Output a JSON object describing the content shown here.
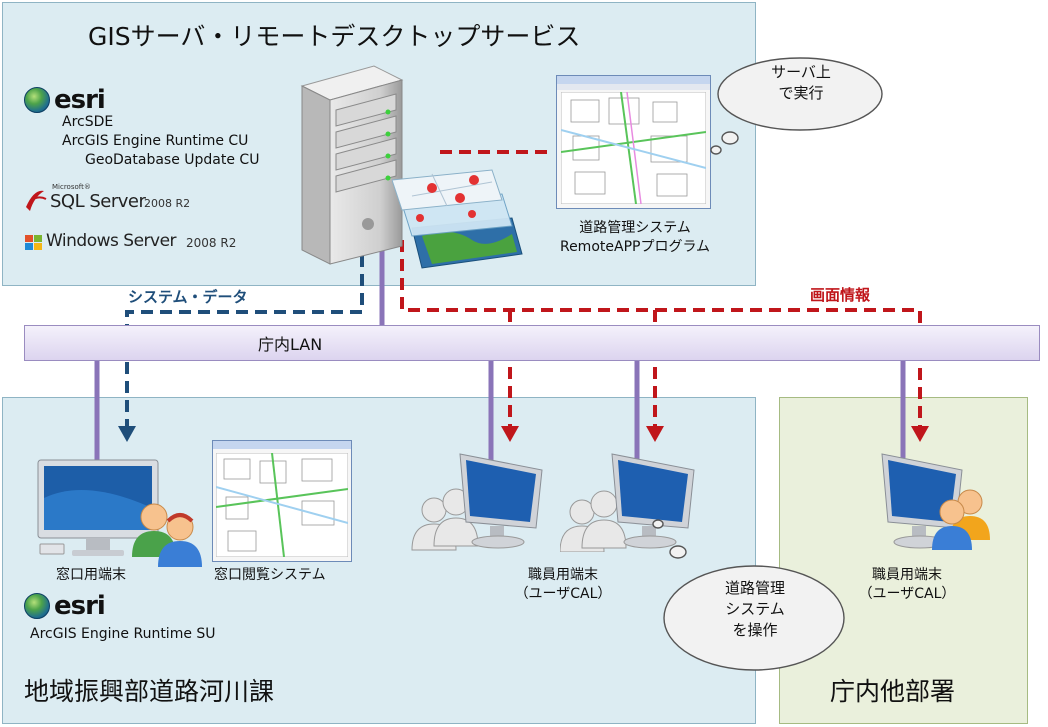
{
  "server_panel": {
    "title": "GISサーバ・リモートデスクトップサービス",
    "esri_word": "esri",
    "products": [
      "ArcSDE",
      "ArcGIS Engine Runtime CU",
      "GeoDatabase Update CU"
    ],
    "sql_small": "Microsoft®",
    "sql_name": "SQL Server",
    "sql_ver": "2008 R2",
    "win_name": "Windows Server",
    "win_ver": "2008 R2"
  },
  "app": {
    "label_line1": "道路管理システム",
    "label_line2": "RemoteAPPプログラム",
    "cloud_line1": "サーバ上",
    "cloud_line2": "で実行"
  },
  "flows": {
    "system_data": "システム・データ",
    "screen_info": "画面情報"
  },
  "lan": {
    "label": "庁内LAN"
  },
  "local_dept": {
    "title": "地域振興部道路河川課",
    "window_terminal": "窓口用端末",
    "window_system": "窓口閲覧システム",
    "esri_word": "esri",
    "engine_su": "ArcGIS Engine Runtime SU",
    "staff_line1": "職員用端末",
    "staff_line2": "（ユーザCAL）",
    "cloud_line1": "道路管理",
    "cloud_line2": "システム",
    "cloud_line3": "を操作"
  },
  "other_dept": {
    "title": "庁内他部署",
    "staff_line1": "職員用端末",
    "staff_line2": "（ユーザCAL）"
  },
  "colors": {
    "panel_blue": "#dcecf2",
    "panel_green": "#eaf0dc",
    "red_dash": "#c0161b",
    "blue_dash": "#1f4e7a",
    "lan_purple": "#8a74b8"
  }
}
